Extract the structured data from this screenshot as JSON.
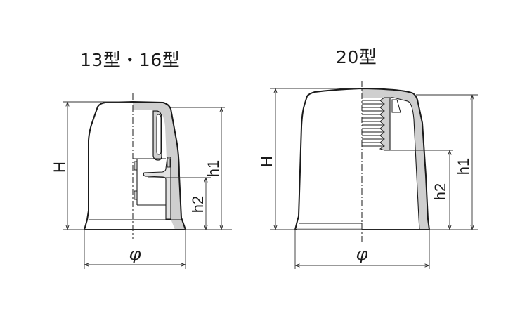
{
  "diagram": {
    "type": "technical-drawing",
    "subject": "cap nut cover cross-section",
    "colors": {
      "outline": "#1a1a1a",
      "section_fill": "#cfcfcf",
      "dimension_line": "#333333",
      "background": "#ffffff"
    }
  },
  "left_view": {
    "title": "13型・16型",
    "labels": {
      "height": "H",
      "h1": "h1",
      "h2": "h2",
      "diameter": "φ"
    }
  },
  "right_view": {
    "title": "20型",
    "labels": {
      "height": "H",
      "h1": "h1",
      "h2": "h2",
      "diameter": "φ"
    }
  }
}
